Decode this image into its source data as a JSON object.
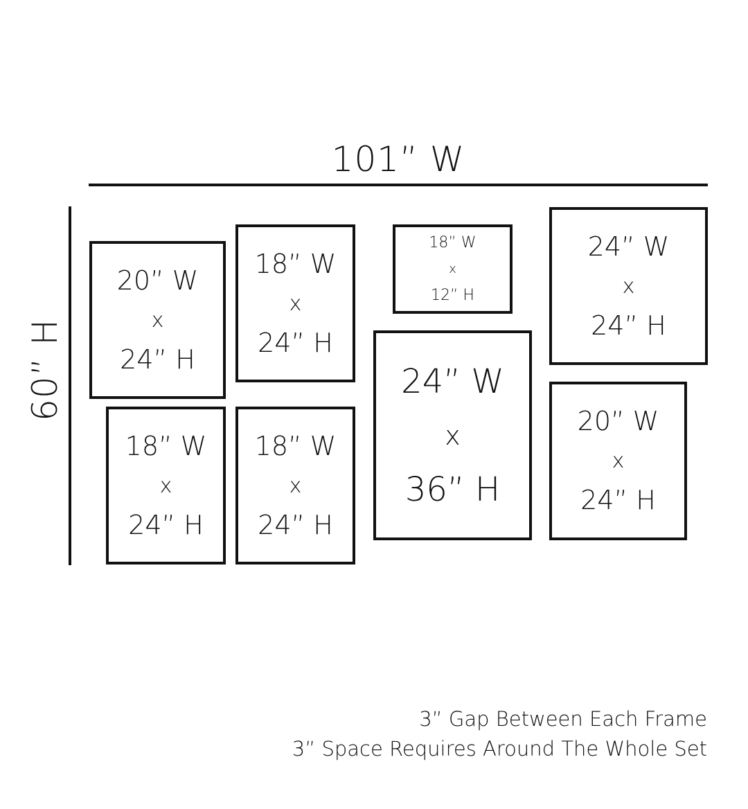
{
  "overall": {
    "width_label": "101” W",
    "height_label": "60” H"
  },
  "frames": [
    {
      "w": "20” W",
      "x": "x",
      "h": "24” H"
    },
    {
      "w": "18” W",
      "x": "x",
      "h": "24” H"
    },
    {
      "w": "18” W",
      "x": "x",
      "h": "12” H"
    },
    {
      "w": "24” W",
      "x": "x",
      "h": "24” H"
    },
    {
      "w": "18” W",
      "x": "x",
      "h": "24” H"
    },
    {
      "w": "18” W",
      "x": "x",
      "h": "24” H"
    },
    {
      "w": "24” W",
      "x": "x",
      "h": "36” H"
    },
    {
      "w": "20” W",
      "x": "x",
      "h": "24” H"
    }
  ],
  "notes": [
    "3” Gap Between Each Frame",
    "3” Space Requires Around The Whole Set"
  ],
  "colors": {
    "line": "#111111",
    "background": "#ffffff"
  }
}
